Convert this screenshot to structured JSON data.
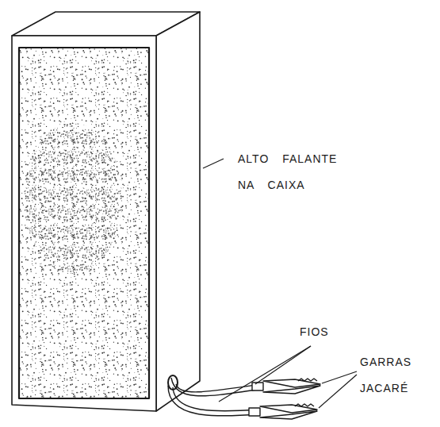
{
  "diagram": {
    "labels": [
      "ALTO FALANTE NA CAIXA",
      "FIOS",
      "GARRAS JACARÉ"
    ]
  }
}
